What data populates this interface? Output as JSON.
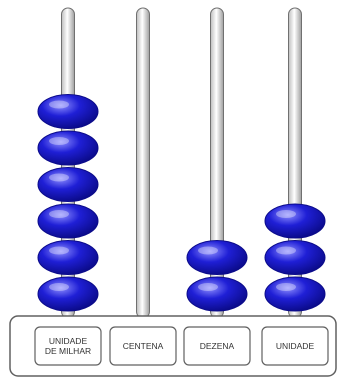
{
  "columns": [
    {
      "label_lines": [
        "UNIDADE",
        "DE MILHAR"
      ],
      "beads": 6
    },
    {
      "label_lines": [
        "CENTENA"
      ],
      "beads": 0
    },
    {
      "label_lines": [
        "DEZENA"
      ],
      "beads": 2
    },
    {
      "label_lines": [
        "UNIDADE"
      ],
      "beads": 3
    }
  ],
  "colors": {
    "bead": "#1f1fd6",
    "bead_dark": "#0b0b8a",
    "bead_highlight": "#8f8fff",
    "rod": "#e6e6e6",
    "rod_outline": "#707070",
    "base": "#ffffff",
    "base_outline": "#606060"
  }
}
